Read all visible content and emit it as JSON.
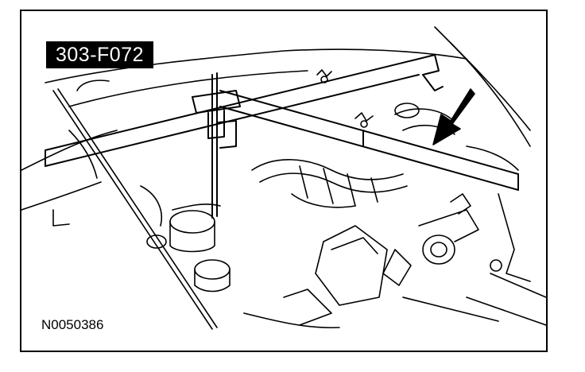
{
  "figure": {
    "tool_number": "303-F072",
    "illustration_number": "N0050386"
  },
  "colors": {
    "line": "#000000",
    "tag_background": "#000000",
    "tag_text": "#ffffff",
    "paper": "#ffffff"
  },
  "illustration": {
    "subject": "engine support bar across engine bay",
    "icons": [
      "engine-support-bar",
      "lifting-hook",
      "wing-nut",
      "pointer-arrow"
    ]
  }
}
